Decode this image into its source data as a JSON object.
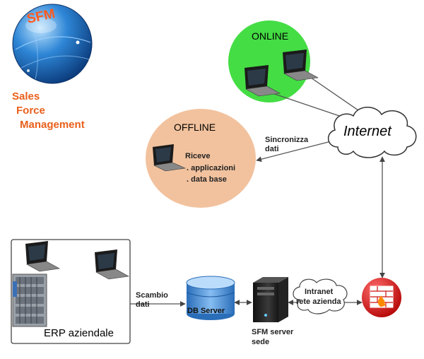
{
  "logo": {
    "badge": "SFM",
    "lines": [
      "Sales",
      "Force",
      "Management"
    ]
  },
  "online": {
    "title": "ONLINE"
  },
  "offline": {
    "title": "OFFLINE",
    "receive": "Riceve",
    "items": [
      ". applicazioni",
      ". data base"
    ]
  },
  "internet": {
    "label": "Internet"
  },
  "sync": {
    "lines": [
      "Sincronizza",
      "dati"
    ]
  },
  "erp": {
    "label": "ERP aziendale"
  },
  "exchange": {
    "lines": [
      "Scambio",
      "dati"
    ]
  },
  "db": {
    "label": "DB Server"
  },
  "server": {
    "lines": [
      "SFM server",
      "sede"
    ]
  },
  "intranet": {
    "lines": [
      "Intranet",
      "rete azienda"
    ]
  },
  "colors": {
    "brand": "#e8601c",
    "online": "#44dd44",
    "offline": "#f2c29e",
    "db": "#4c8fd6",
    "firewall": "#cc1111"
  }
}
